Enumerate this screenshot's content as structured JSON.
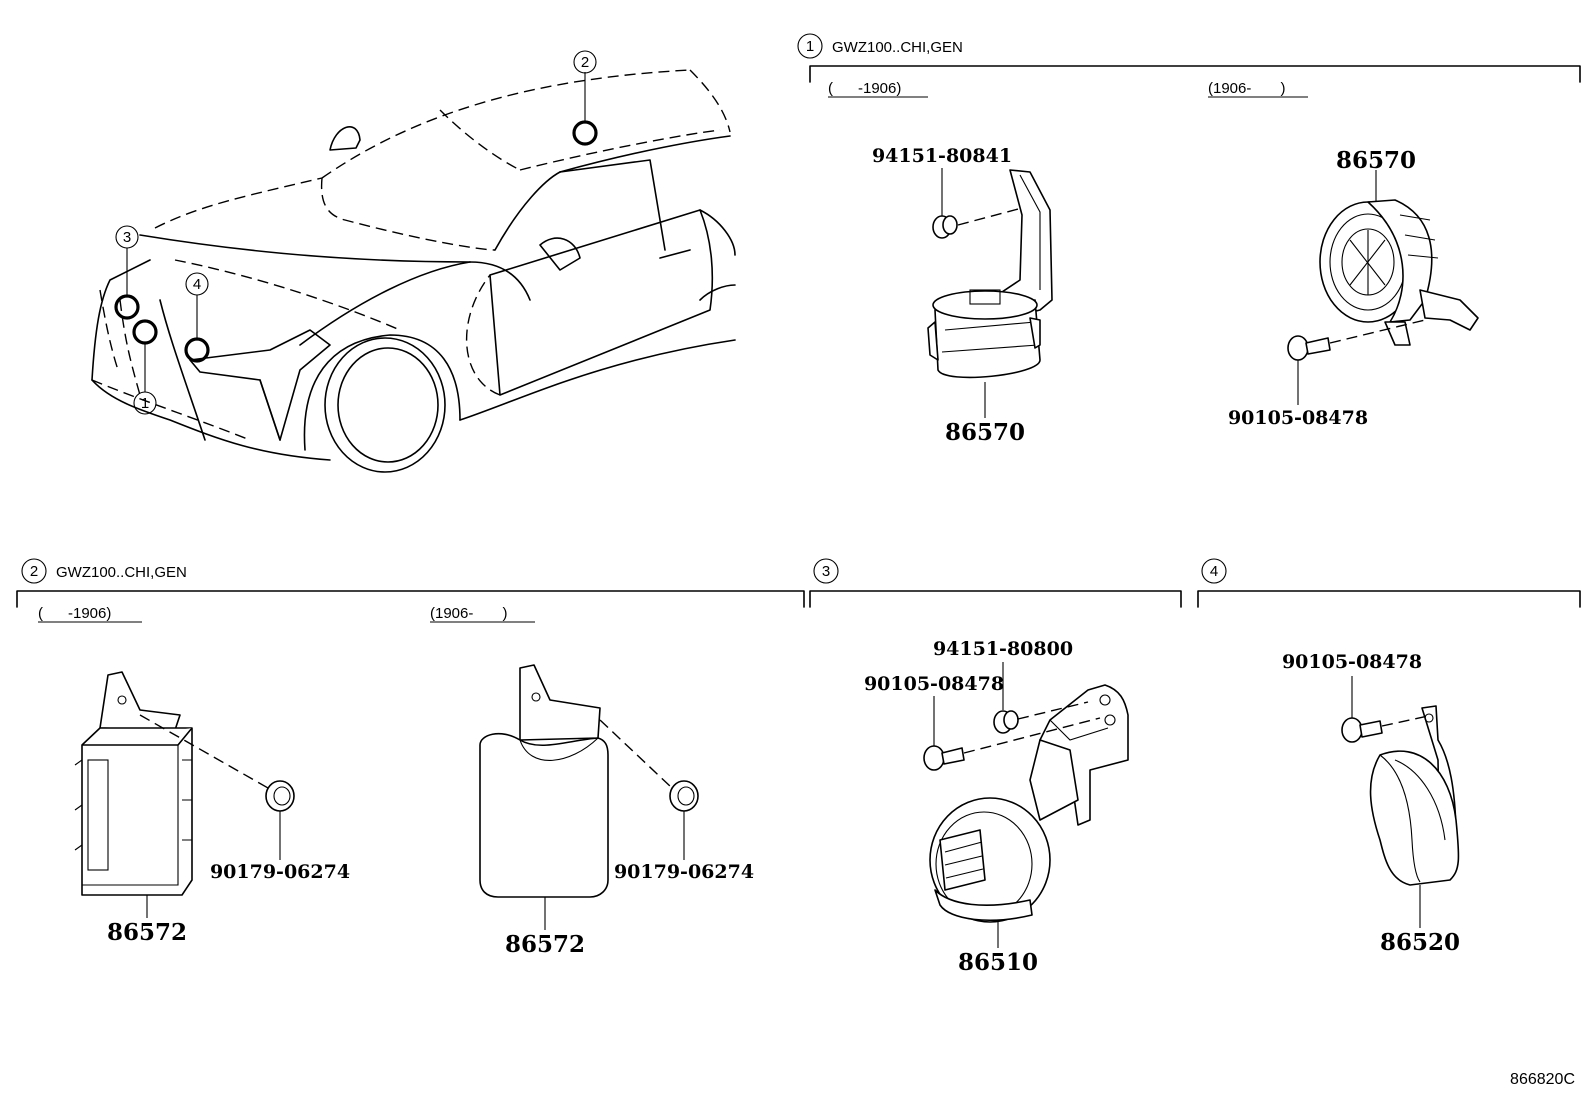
{
  "overview": {
    "callouts": [
      {
        "num": "1"
      },
      {
        "num": "2"
      },
      {
        "num": "3"
      },
      {
        "num": "4"
      }
    ]
  },
  "sections": [
    {
      "num": "1",
      "title": "GWZ100..CHI,GEN",
      "ranges": [
        "(      -1906)",
        "(1906-       )"
      ],
      "parts": [
        "94151-80841",
        "86570",
        "86570",
        "90105-08478"
      ]
    },
    {
      "num": "2",
      "title": "GWZ100..CHI,GEN",
      "ranges": [
        "(      -1906)",
        "(1906-       )"
      ],
      "parts": [
        "90179-06274",
        "86572",
        "90179-06274",
        "86572"
      ]
    },
    {
      "num": "3",
      "title": "",
      "parts": [
        "94151-80800",
        "90105-08478",
        "86510"
      ]
    },
    {
      "num": "4",
      "title": "",
      "parts": [
        "90105-08478",
        "86520"
      ]
    }
  ],
  "diagram_ref": "866820C"
}
